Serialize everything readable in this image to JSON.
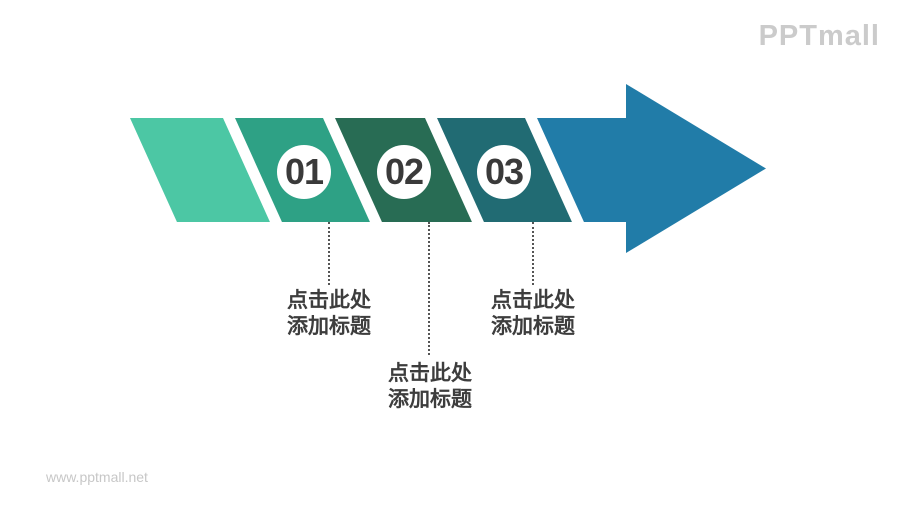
{
  "slide": {
    "background": "#ffffff"
  },
  "logo": {
    "text": "PPTmall",
    "color": "#cbcbcb"
  },
  "watermark": {
    "text": "www.pptmall.net",
    "color": "#c7c7c7"
  },
  "diagram": {
    "type": "horizontal-arrow-process",
    "direction": "right",
    "step_count": 3,
    "colors": {
      "segment1": "#4CC7A4",
      "segment2": "#2EA185",
      "segment3": "#286C54",
      "segment4": "#216B73",
      "arrow": "#217CA8",
      "badge_bg": "#ffffff",
      "number_text": "#3a3a3a",
      "connector": "#555555",
      "label_text": "#3d3d3d"
    },
    "steps": [
      {
        "number": "01",
        "label_line1": "点击此处",
        "label_line2": "添加标题"
      },
      {
        "number": "02",
        "label_line1": "点击此处",
        "label_line2": "添加标题"
      },
      {
        "number": "03",
        "label_line1": "点击此处",
        "label_line2": "添加标题"
      }
    ]
  }
}
